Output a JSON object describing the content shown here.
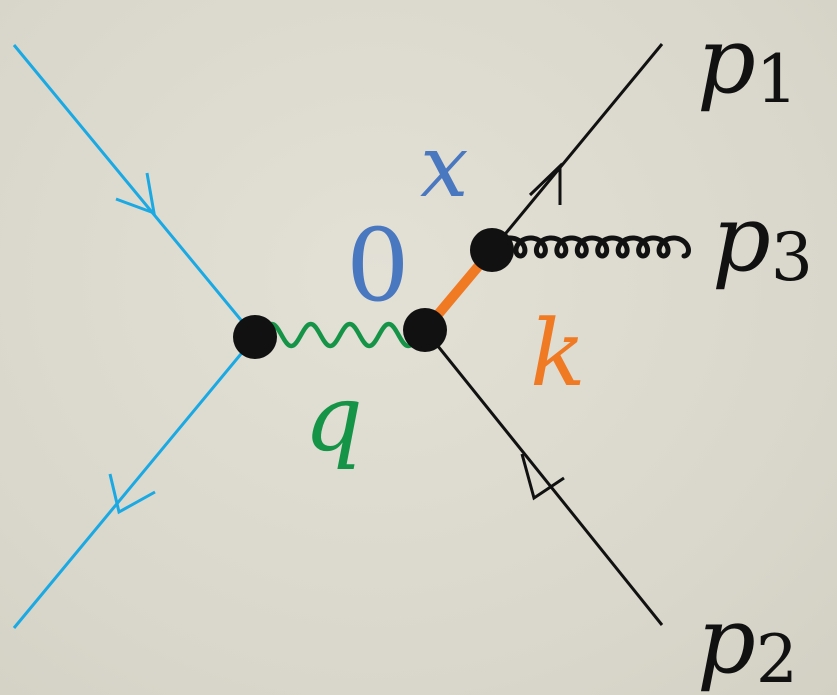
{
  "diagram": {
    "labels": {
      "p1": "p",
      "p1_sub": "1",
      "p2": "p",
      "p2_sub": "2",
      "p3": "p",
      "p3_sub": "3",
      "x": "x",
      "zero": "0",
      "k": "k",
      "q": "q"
    },
    "colors": {
      "background": "#dedcd0",
      "incoming_fermion": "#1aa9e3",
      "outgoing_fermion": "#111111",
      "photon": "#159447",
      "gluon": "#111111",
      "off_shell_line": "#f07a24",
      "vertex": "#111111",
      "label_x": "#4a78c0",
      "label_zero": "#4a78c0",
      "label_k": "#f07a24",
      "label_q": "#159447",
      "label_p": "#111111"
    },
    "icons": {
      "vertex": "filled-circle",
      "fermion_arrow": "chevron-arrowhead",
      "photon": "wavy-line",
      "gluon": "curly-line"
    }
  }
}
